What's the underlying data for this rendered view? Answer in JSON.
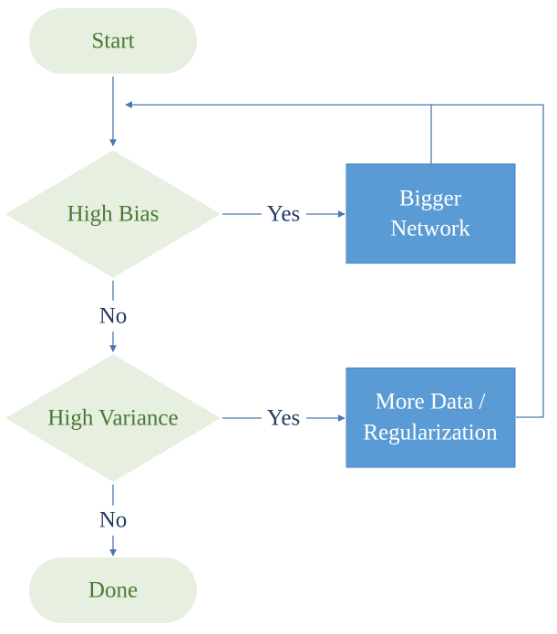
{
  "colors": {
    "terminal_fill": "#e6efe0",
    "decision_fill": "#e6efe0",
    "process_fill": "#5b9bd5",
    "process_stroke": "#4a86c0",
    "connector": "#4a78b0",
    "green_text": "#4a7a32",
    "edge_text": "#1f3a5f"
  },
  "nodes": {
    "start": {
      "label": "Start"
    },
    "high_bias": {
      "label": "High Bias"
    },
    "high_variance": {
      "label": "High Variance"
    },
    "bigger_network": {
      "line1": "Bigger",
      "line2": "Network"
    },
    "more_data": {
      "line1": "More Data /",
      "line2": "Regularization"
    },
    "done": {
      "label": "Done"
    }
  },
  "edges": {
    "bias_yes": "Yes",
    "bias_no": "No",
    "variance_yes": "Yes",
    "variance_no": "No"
  }
}
